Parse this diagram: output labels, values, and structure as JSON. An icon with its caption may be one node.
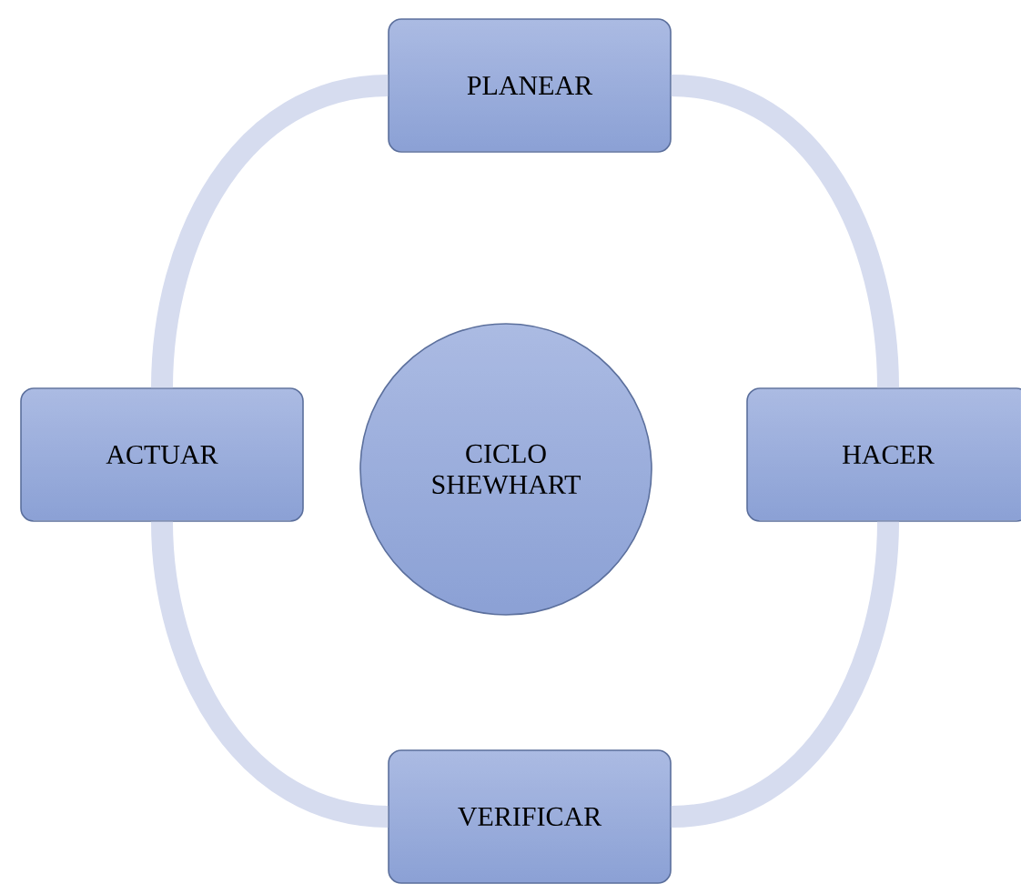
{
  "diagram": {
    "nodes": [
      {
        "text": [
          "PLANEAR"
        ]
      },
      {
        "text": [
          "ACTUAR"
        ]
      },
      {
        "text": [
          "CICLO SHEWHART"
        ]
      },
      {
        "text": [
          "HACER"
        ]
      },
      {
        "text": [
          "VERIFICAR"
        ]
      }
    ],
    "edges": [
      {
        "from": 0,
        "to": 3,
        "arrow": "none"
      },
      {
        "from": 3,
        "to": 4,
        "arrow": "none"
      },
      {
        "from": 4,
        "to": 1,
        "arrow": "none"
      },
      {
        "from": 1,
        "to": 0,
        "arrow": "none"
      }
    ]
  }
}
